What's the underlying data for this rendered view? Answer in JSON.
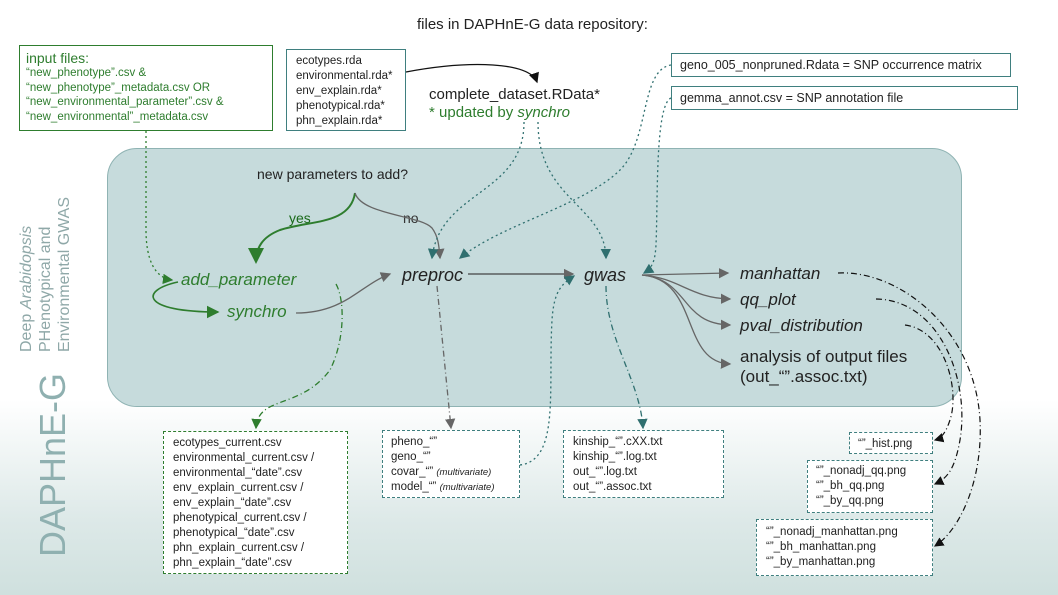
{
  "header": {
    "title": "files in DAPHnE-G data repository:"
  },
  "side": {
    "big": "DAPHnE-G",
    "sub_line1_a": "Deep ",
    "sub_line1_b": "Arabidopsis",
    "sub_line2": "PHenotypical and",
    "sub_line3": "Environmental GWAS"
  },
  "input_box": {
    "title": "input files:",
    "lines": [
      "“new_phenotype”.csv &",
      "“new_phenotype”_metadata.csv  OR",
      "“new_environmental_parameter”.csv &",
      "“new_environmental”_metadata.csv"
    ]
  },
  "rda_box": {
    "lines": [
      "ecotypes.rda",
      "environmental.rda*",
      "env_explain.rda*",
      "phenotypical.rda*",
      "phn_explain.rda*"
    ]
  },
  "complete": {
    "name": "complete_dataset.RData*",
    "note_a": "* updated by ",
    "note_b": "synchro"
  },
  "geno_box": {
    "text": "geno_005_nonpruned.Rdata = SNP occurrence matrix"
  },
  "gemma_box": {
    "text": "gemma_annot.csv = SNP annotation file"
  },
  "flow": {
    "question": "new parameters to add?",
    "yes": "yes",
    "no": "no",
    "add_parameter": "add_parameter",
    "synchro": "synchro",
    "preproc": "preproc",
    "gwas": "gwas",
    "manhattan": "manhattan",
    "qq_plot": "qq_plot",
    "pval_distribution": "pval_distribution",
    "analysis_1": "analysis of output files",
    "analysis_2": "(out_“”.assoc.txt)"
  },
  "csv_box": {
    "lines": [
      "ecotypes_current.csv",
      "environmental_current.csv /",
      "environmental_“date”.csv",
      "env_explain_current.csv /",
      "env_explain_“date”.csv",
      "phenotypical_current.csv /",
      "phenotypical_“date”.csv",
      "phn_explain_current.csv /",
      "phn_explain_“date”.csv"
    ]
  },
  "preproc_box": {
    "pheno": "pheno_“”",
    "geno": "geno_“”",
    "covar": "covar_“”",
    "covar_note": "(multivariate)",
    "model": "model_“”",
    "model_note": "(multivariate)"
  },
  "gwas_box": {
    "lines": [
      "kinship_“”.cXX.txt",
      "kinship_“”.log.txt",
      "out_“”.log.txt",
      "out_“”.assoc.txt"
    ]
  },
  "hist_box": {
    "text": "“”_hist.png"
  },
  "qq_box": {
    "lines": [
      "“”_nonadj_qq.png",
      "“”_bh_qq.png",
      "“”_by_qq.png"
    ]
  },
  "man_box": {
    "lines": [
      "“”_nonadj_manhattan.png",
      "“”_bh_manhattan.png",
      "“”_by_manhattan.png"
    ]
  },
  "colors": {
    "green": "#2e7d2e",
    "teal": "#3f7f7f",
    "grey": "#666666",
    "panel": "#c6dbdc"
  }
}
